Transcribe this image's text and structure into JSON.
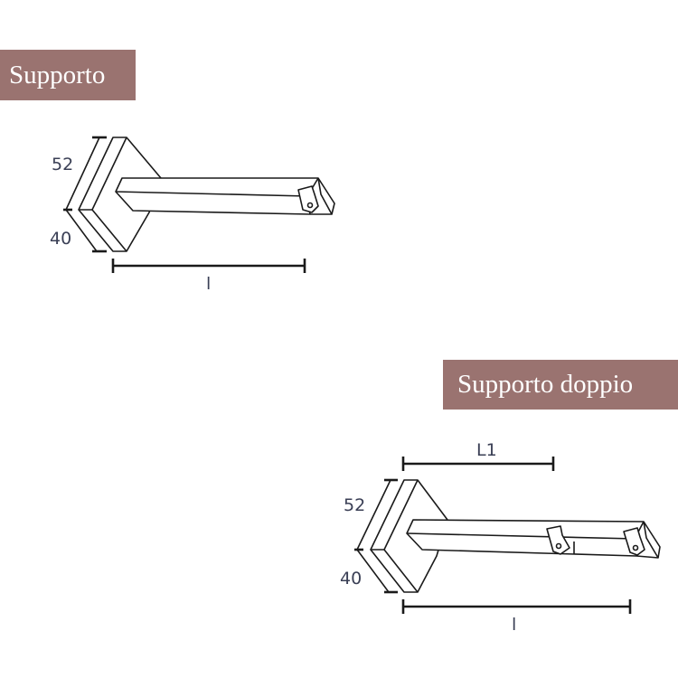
{
  "sections": [
    {
      "title": "Supporto",
      "dims": {
        "height": "52",
        "depth": "40",
        "length": "l"
      }
    },
    {
      "title": "Supporto doppio",
      "dims": {
        "height": "52",
        "depth": "40",
        "length": "l",
        "inner_length": "L1"
      }
    }
  ],
  "colors": {
    "title_bg": "#9a7370",
    "line": "#1a1a1a"
  }
}
